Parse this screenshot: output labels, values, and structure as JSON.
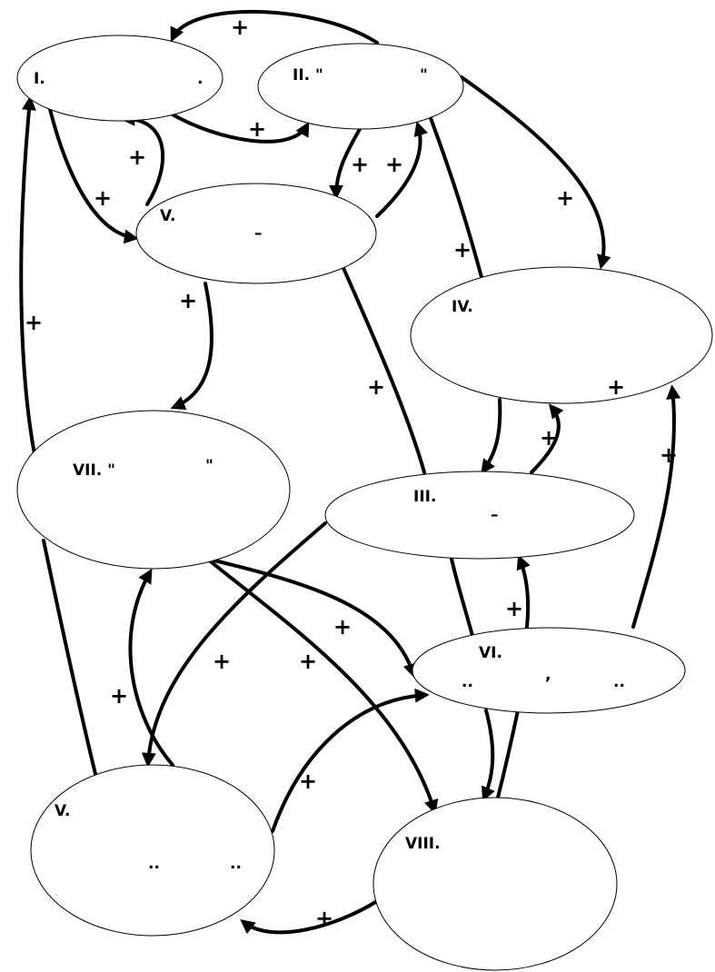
{
  "nodes": {
    "n1": {
      "label": "I.",
      "extra": "."
    },
    "n2": {
      "label": "II. \"",
      "extra": "\""
    },
    "n3": {
      "label": "III.",
      "extra": "–"
    },
    "n4": {
      "label": "IV.",
      "extra": ""
    },
    "n5": {
      "label": "V.",
      "extra": "–"
    },
    "n6": {
      "label": "VI.",
      "line2a": "..",
      "line2b": ",",
      "line2c": ".."
    },
    "n7": {
      "label": "VII. \"",
      "extra": "\""
    },
    "n8": {
      "label": "VIII.",
      "extra": ""
    },
    "n9": {
      "label": "V.",
      "line2a": "..",
      "line2b": ".."
    }
  },
  "edge_sign": "+",
  "colors": {
    "stroke": "#000000",
    "background": "#ffffff"
  }
}
